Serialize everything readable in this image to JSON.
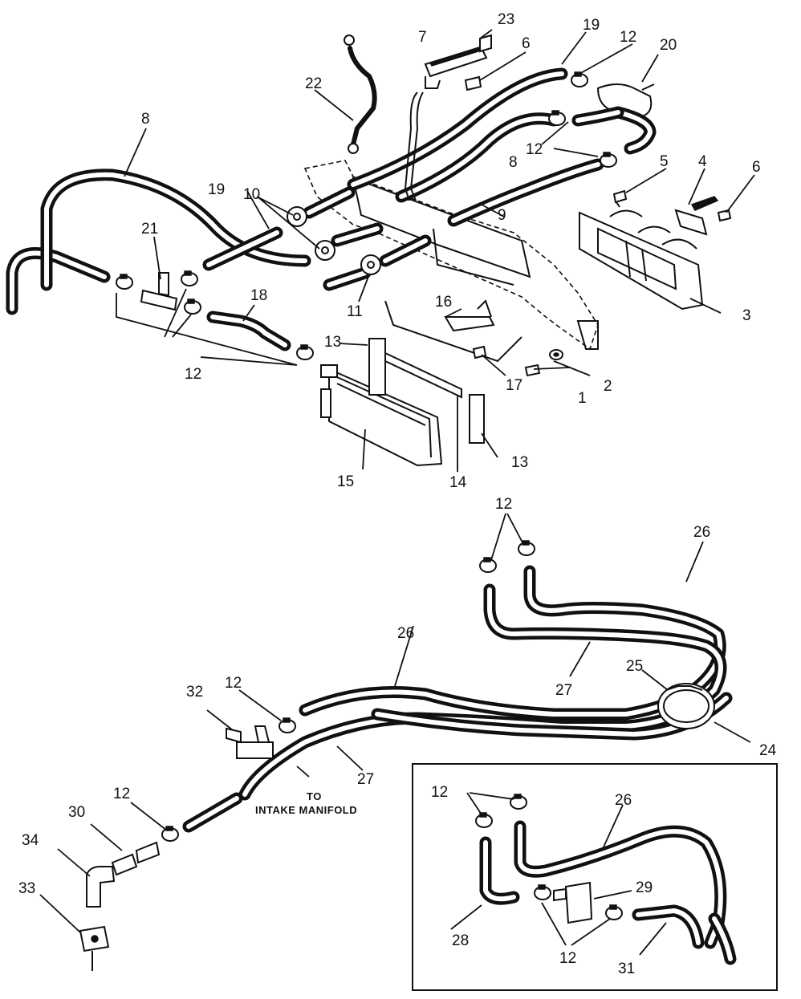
{
  "diagram": {
    "callouts": [
      "1",
      "2",
      "3",
      "4",
      "5",
      "6",
      "7",
      "8",
      "9",
      "10",
      "11",
      "12",
      "13",
      "14",
      "15",
      "16",
      "17",
      "18",
      "19",
      "20",
      "21",
      "22",
      "23",
      "24",
      "25",
      "26",
      "27",
      "28",
      "29",
      "30",
      "31",
      "32",
      "33",
      "34"
    ],
    "note": {
      "line1": "TO",
      "line2": "INTAKE MANIFOLD"
    }
  }
}
